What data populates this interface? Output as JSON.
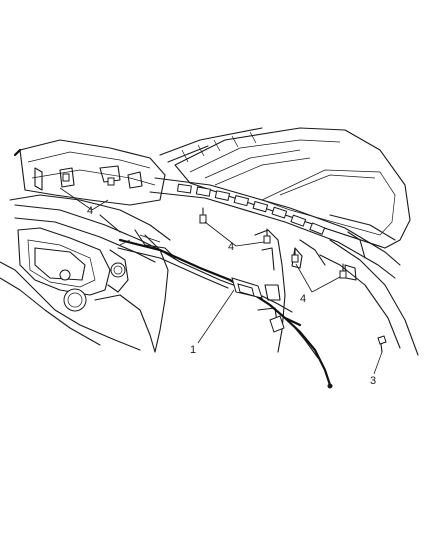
{
  "callouts": {
    "c1": "1",
    "c3": "3",
    "c4a": "4",
    "c4b": "4",
    "c4c": "4"
  }
}
